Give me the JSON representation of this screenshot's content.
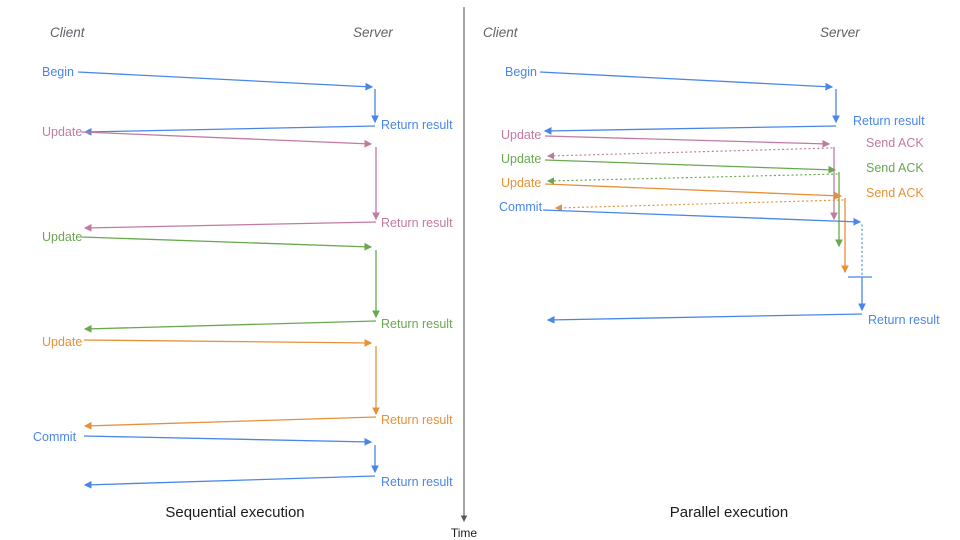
{
  "colors": {
    "blue": "#4a86e8",
    "pink": "#c27ba0",
    "green": "#6aa84f",
    "orange": "#e69138",
    "axis": "#595959"
  },
  "time_axis": {
    "label": "Time"
  },
  "left": {
    "title": "Sequential execution",
    "client_header": "Client",
    "server_header": "Server",
    "ops": [
      {
        "label": "Begin",
        "response": "Return result"
      },
      {
        "label": "Update",
        "response": "Return result"
      },
      {
        "label": "Update",
        "response": "Return result"
      },
      {
        "label": "Update",
        "response": "Return result"
      },
      {
        "label": "Commit",
        "response": "Return result"
      }
    ]
  },
  "right": {
    "title": "Parallel execution",
    "client_header": "Client",
    "server_header": "Server",
    "ops": [
      {
        "label": "Begin",
        "response": "Return result"
      },
      {
        "label": "Update",
        "response": "Send ACK"
      },
      {
        "label": "Update",
        "response": "Send ACK"
      },
      {
        "label": "Update",
        "response": "Send ACK"
      },
      {
        "label": "Commit",
        "response": "Return result"
      }
    ]
  }
}
